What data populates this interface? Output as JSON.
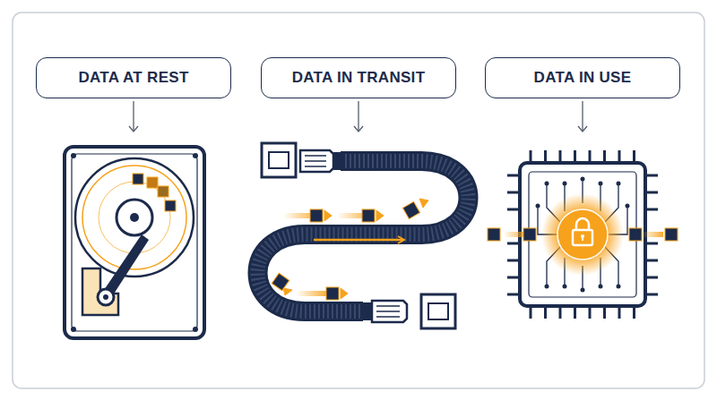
{
  "diagram": {
    "nodes": [
      {
        "text": [
          "DATA AT REST"
        ]
      },
      {
        "text": [
          "DATA IN TRANSIT"
        ]
      },
      {
        "text": [
          "DATA IN USE"
        ]
      }
    ]
  }
}
